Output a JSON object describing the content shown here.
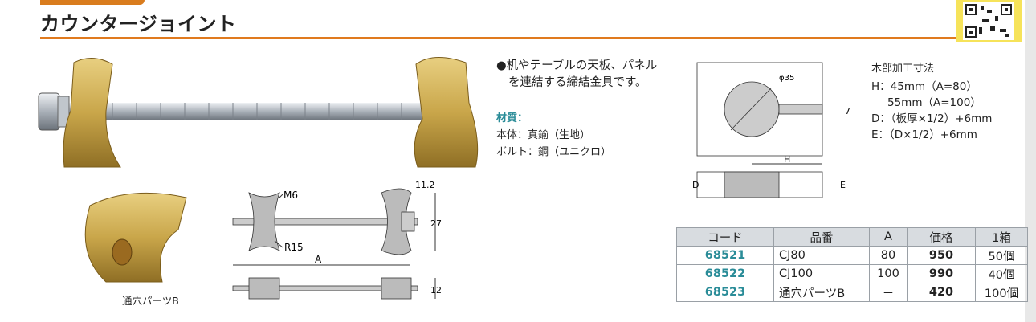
{
  "header": {
    "title": "カウンタージョイント"
  },
  "description": {
    "line1": "●机やテーブルの天板、パネル",
    "line2": "を連結する締結金具です。"
  },
  "material": {
    "heading": "材質：",
    "body": "本体：真鍮（生地）",
    "bolt": "ボルト：鋼（ユニクロ）"
  },
  "parts_label": "通穴パーツB",
  "drawing_labels": {
    "m6": "M6",
    "r15": "R15",
    "a": "A",
    "d112": "11.2",
    "d27": "27",
    "d12": "12"
  },
  "hole_drawing": {
    "phi": "φ35",
    "seven": "7",
    "h": "H",
    "d": "D",
    "e": "E"
  },
  "wood_work": {
    "heading": "木部加工寸法",
    "line1": "H：45mm（A=80）",
    "line2": "55mm（A=100）",
    "line3": "D：（板厚×1/2）+6mm",
    "line4": "E：（D×1/2）+6mm"
  },
  "table": {
    "headers": [
      "コード",
      "品番",
      "A",
      "価格",
      "1箱"
    ],
    "rows": [
      [
        "68521",
        "CJ80",
        "80",
        "950",
        "50個"
      ],
      [
        "68522",
        "CJ100",
        "100",
        "990",
        "40個"
      ],
      [
        "68523",
        "通穴パーツB",
        "－",
        "420",
        "100個"
      ]
    ]
  },
  "colors": {
    "accent": "#e07a1e",
    "code": "#2a8c98",
    "brass": "#c9a64a"
  }
}
